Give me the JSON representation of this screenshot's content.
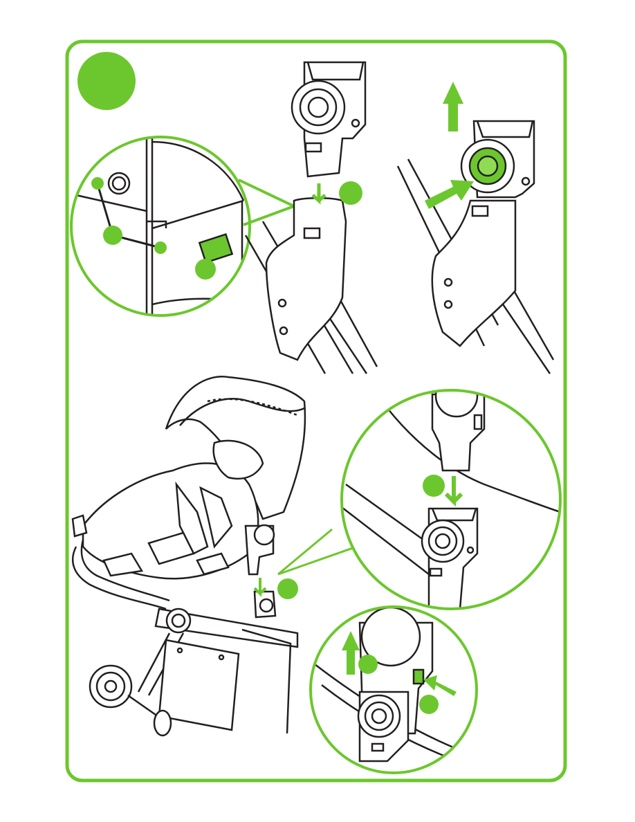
{
  "page": {
    "type": "assembly-instruction-illustration",
    "accent_color": "#6cc72e",
    "line_color": "#231f20",
    "text": []
  },
  "panels": [
    {
      "name": "adapter-insert-detail",
      "callouts": [
        "step-dot",
        "step-dot",
        "step-dot",
        "step-dot"
      ],
      "icons": [
        "down-arrow-icon"
      ]
    },
    {
      "name": "adapter-release",
      "icons": [
        "up-arrow-icon",
        "press-arrow-icon",
        "release-button-icon"
      ]
    },
    {
      "name": "car-seat-on-stroller",
      "icons": [
        "down-arrow-icon"
      ]
    },
    {
      "name": "car-seat-attach-detail",
      "icons": [
        "down-arrow-icon"
      ]
    },
    {
      "name": "car-seat-remove-detail",
      "icons": [
        "up-arrow-icon",
        "press-arrow-icon"
      ]
    }
  ]
}
